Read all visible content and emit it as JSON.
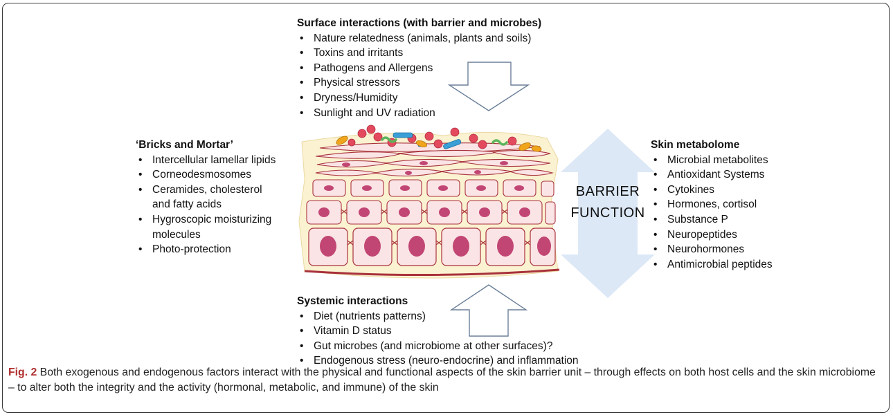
{
  "top": {
    "title": "Surface interactions (with barrier and microbes)",
    "items": [
      "Nature relatedness (animals, plants and soils)",
      "Toxins and irritants",
      "Pathogens and Allergens",
      "Physical stressors",
      "Dryness/Humidity",
      "Sunlight and UV radiation"
    ]
  },
  "left": {
    "title": "‘Bricks and Mortar’",
    "items": [
      "Intercellular lamellar lipids",
      "Corneodesmosomes",
      "Ceramides, cholesterol and fatty acids",
      "Hygroscopic moisturizing molecules",
      "Photo-protection"
    ]
  },
  "right": {
    "title": "Skin metabolome",
    "items": [
      "Microbial metabolites",
      "Antioxidant Systems",
      "Cytokines",
      "Hormones, cortisol",
      "Substance P",
      "Neuropeptides",
      "Neurohormones",
      "Antimicrobial peptides"
    ]
  },
  "bottom": {
    "title": "Systemic interactions",
    "items": [
      "Diet (nutrients patterns)",
      "Vitamin D status",
      "Gut microbes (and microbiome at other surfaces)?",
      "Endogenous stress (neuro-endocrine) and inflammation"
    ]
  },
  "barrier": {
    "line1": "BARRIER",
    "line2": "FUNCTION"
  },
  "caption": {
    "label": "Fig. 2",
    "text": " Both exogenous and endogenous factors interact with the physical and functional aspects of the skin barrier unit – through effects on both host cells and the skin microbiome – to alter both the integrity and the activity (hormonal, metabolic, and immune) of the skin"
  },
  "colors": {
    "skin_bg": "#fbf2d2",
    "cell_fill": "#fbe4e6",
    "cell_stroke": "#a8323b",
    "nucleus": "#c24674",
    "barrier_arrow": "#dde8f6",
    "microbe_red": "#e34a5e",
    "microbe_green": "#5bb45c",
    "microbe_blue": "#3a9fd6",
    "microbe_yellow": "#f0a51c"
  }
}
